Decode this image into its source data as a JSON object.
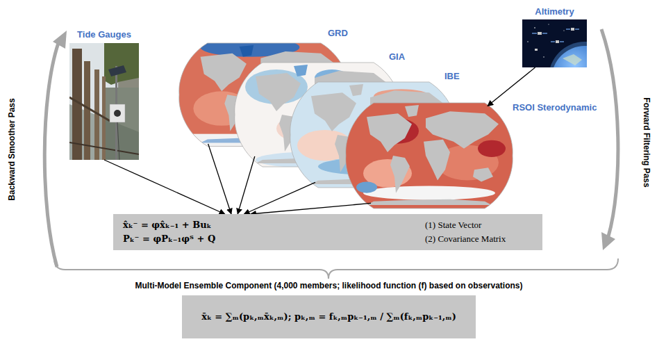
{
  "diagram": {
    "nodes": [
      {
        "text": [
          "Tide Gauges"
        ]
      },
      {
        "text": [
          "Altimetry"
        ]
      },
      {
        "text": [
          "GRD"
        ]
      },
      {
        "text": [
          "GIA"
        ]
      },
      {
        "text": [
          "IBE"
        ]
      },
      {
        "text": [
          "RSOI Sterodynamic"
        ]
      },
      {
        "text": [
          "x̂ₖ⁻ = φx̂ₖ₋₁ + Buₖ",
          "Pₖ⁻ = φPₖ₋₁φᵀ + Q",
          "(1) State Vector",
          "(2) Covariance Matrix"
        ]
      },
      {
        "text": [
          "Multi-Model Ensemble Component (4,000 members; likelihood function (f) based on observations)",
          "x̄ₖ = ∑ₘ(pₖ,ₘx̄ₖ,ₘ); pₖ,ₘ = fₖ,ₘpₖ₋₁,ₘ / ∑ₘ(fₖ,ₘpₖ₋₁,ₘ)"
        ]
      }
    ],
    "edges": [
      {
        "from": 0,
        "to": 6,
        "arrow": "to"
      },
      {
        "from": 1,
        "to": 5,
        "arrow": "to"
      },
      {
        "from": 2,
        "to": 6,
        "arrow": "to"
      },
      {
        "from": 3,
        "to": 6,
        "arrow": "to"
      },
      {
        "from": 4,
        "to": 6,
        "arrow": "to"
      },
      {
        "from": 5,
        "to": 6,
        "arrow": "to"
      }
    ],
    "labels": [
      "Backward Smoother Pass",
      "Forward Filtering Pass"
    ]
  }
}
